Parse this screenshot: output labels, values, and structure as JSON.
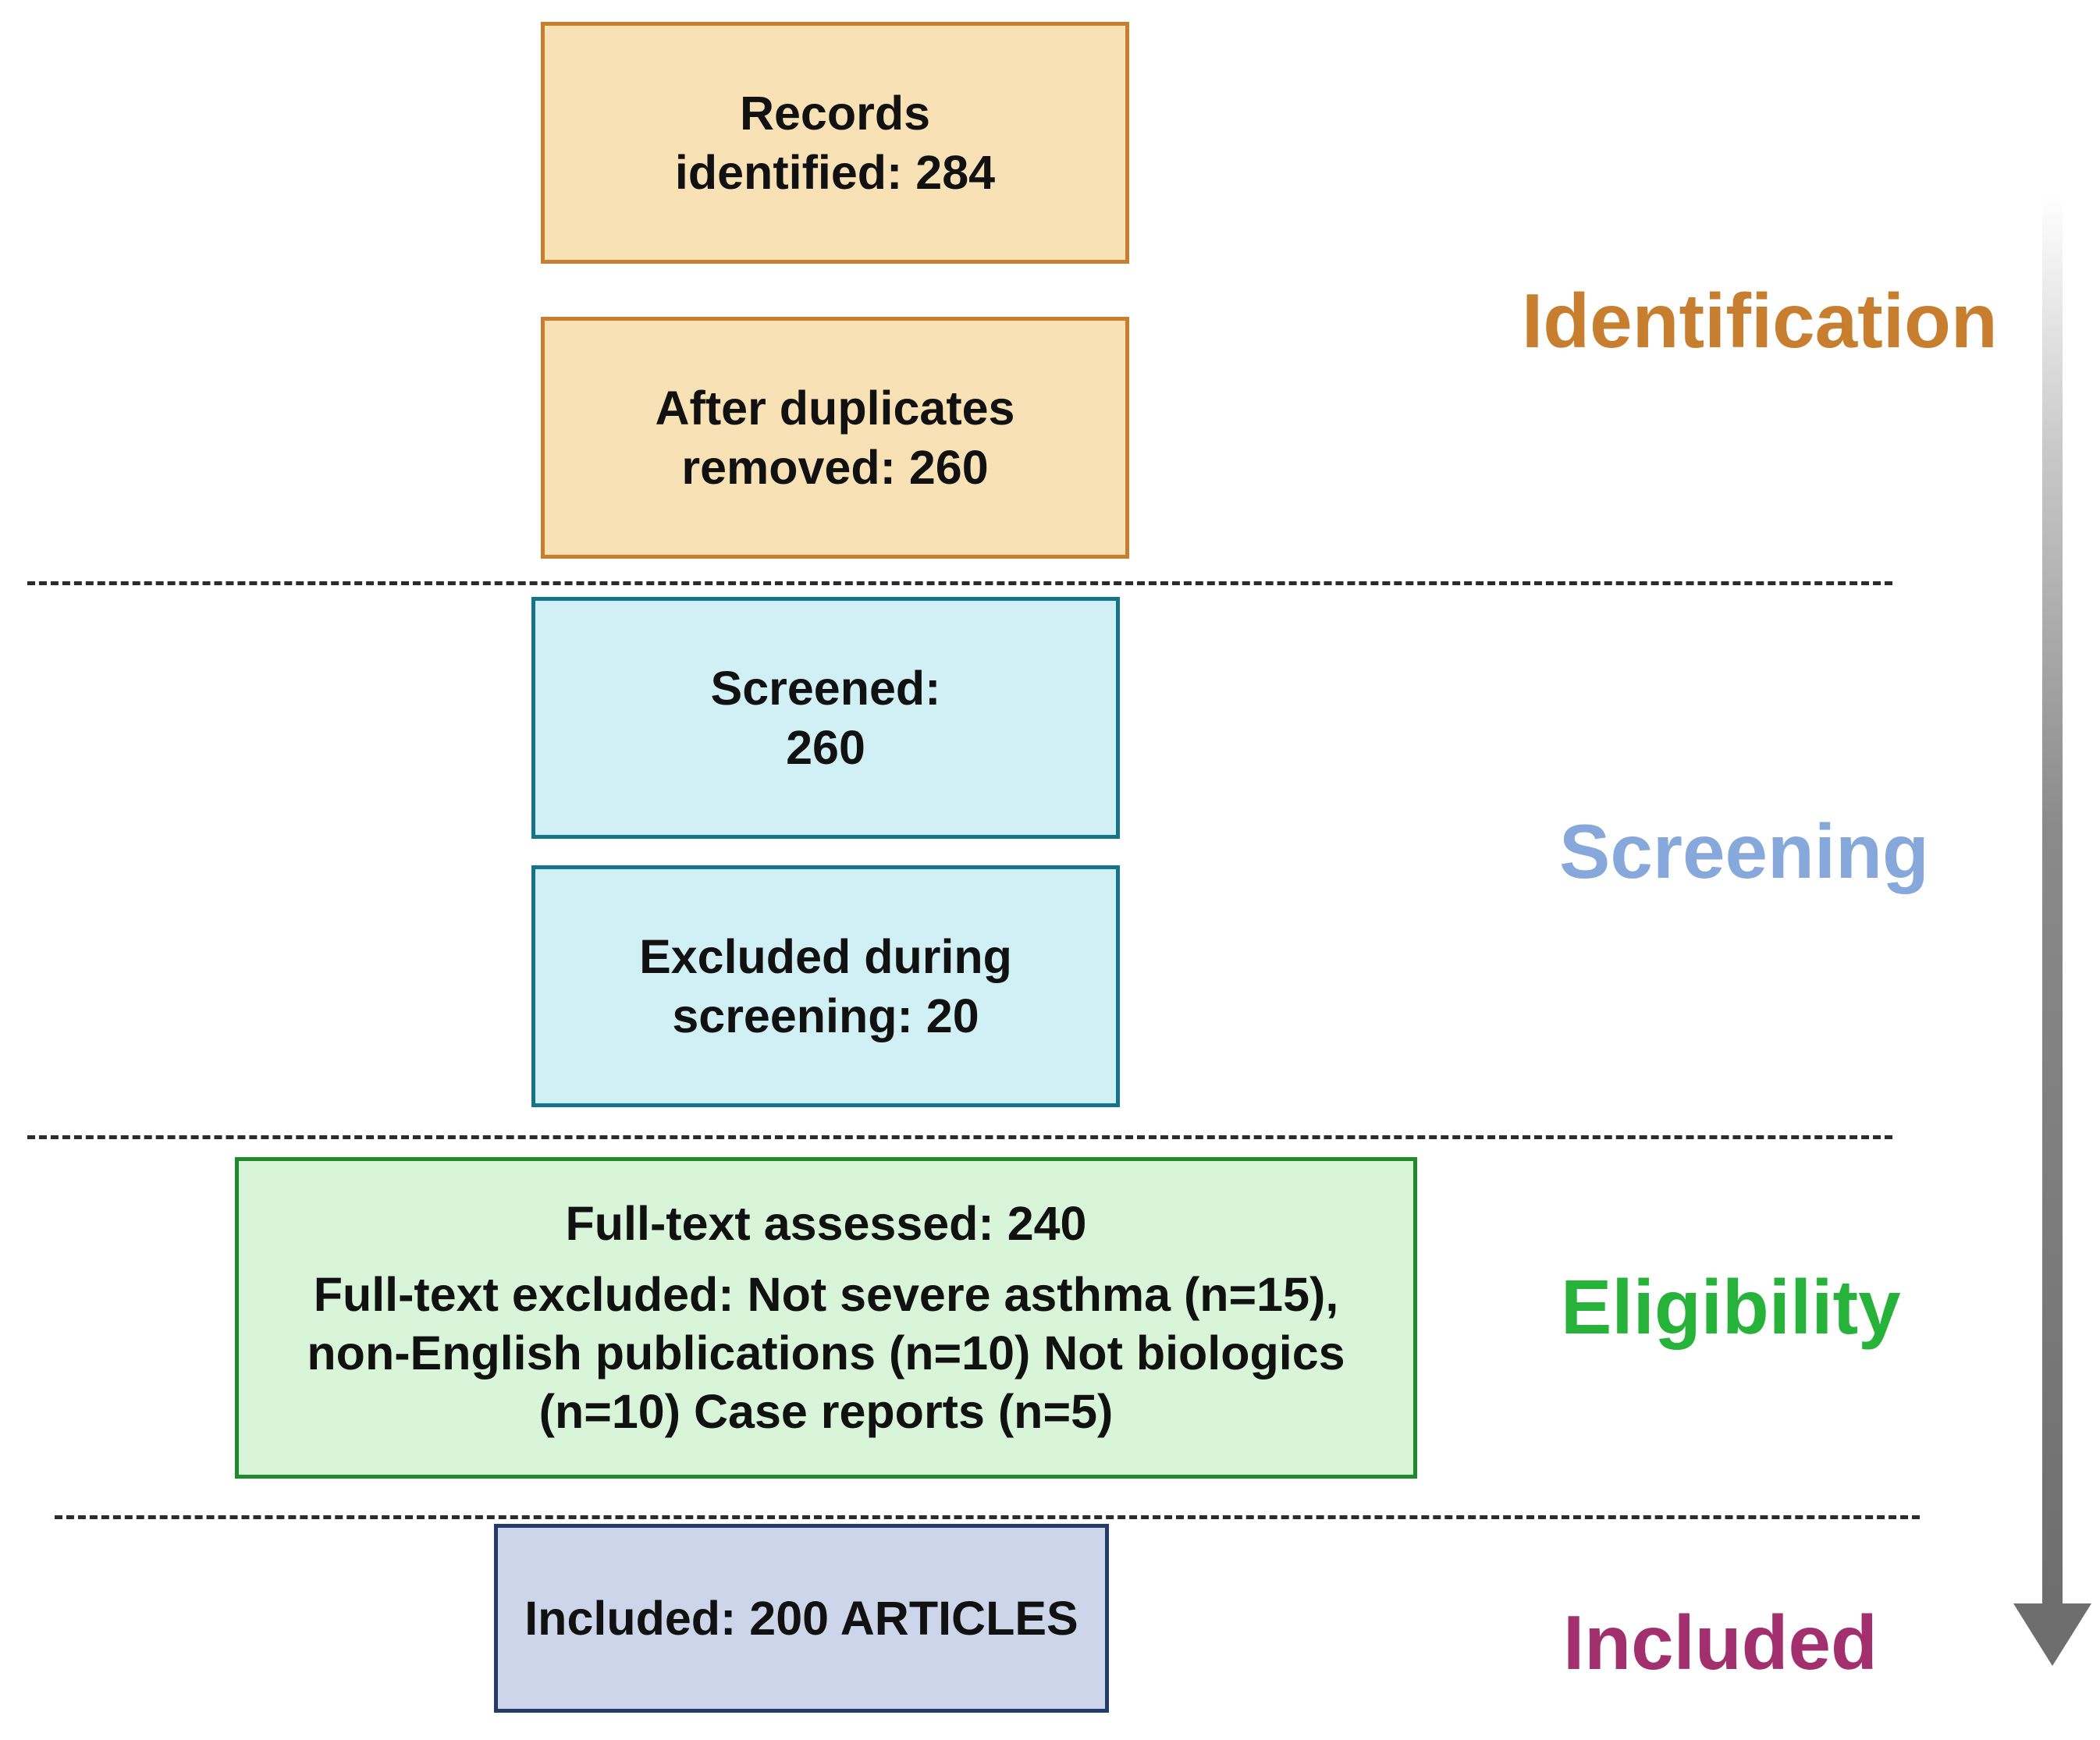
{
  "identification": {
    "records_identified": [
      "Records",
      "identified: 284"
    ],
    "after_duplicates": [
      "After duplicates",
      "removed: 260"
    ]
  },
  "screening": {
    "screened": [
      "Screened:",
      "260"
    ],
    "excluded": [
      "Excluded during",
      "screening: 20"
    ]
  },
  "eligibility": {
    "assessed": "Full-text assessed: 240",
    "excluded_lines": [
      "Full-text excluded: Not severe asthma (n=15),",
      "non-English publications  (n=10) Not biologics",
      "(n=10) Case reports (n=5)"
    ]
  },
  "included": {
    "label": "Included: 200 ARTICLES"
  },
  "stages": {
    "identification": "Identification",
    "screening": "Screening",
    "eligibility": "Eligibility",
    "included": "Included"
  },
  "colors": {
    "identification_fill": "#f8e1b4",
    "identification_border": "#c77e2f",
    "screening_fill": "#d1f0f6",
    "screening_border": "#13748a",
    "screening_label": "#86a8da",
    "eligibility_fill": "#d9f5d9",
    "eligibility_border": "#1f8a2a",
    "eligibility_label": "#27b23a",
    "included_fill": "#cdd5ea",
    "included_border": "#233b6a",
    "included_label": "#a3306e",
    "divider": "#2b2b2b",
    "arrow": "#6e6e6e"
  },
  "icons": {
    "progress_arrow": "downward-gradient-arrow-icon"
  }
}
